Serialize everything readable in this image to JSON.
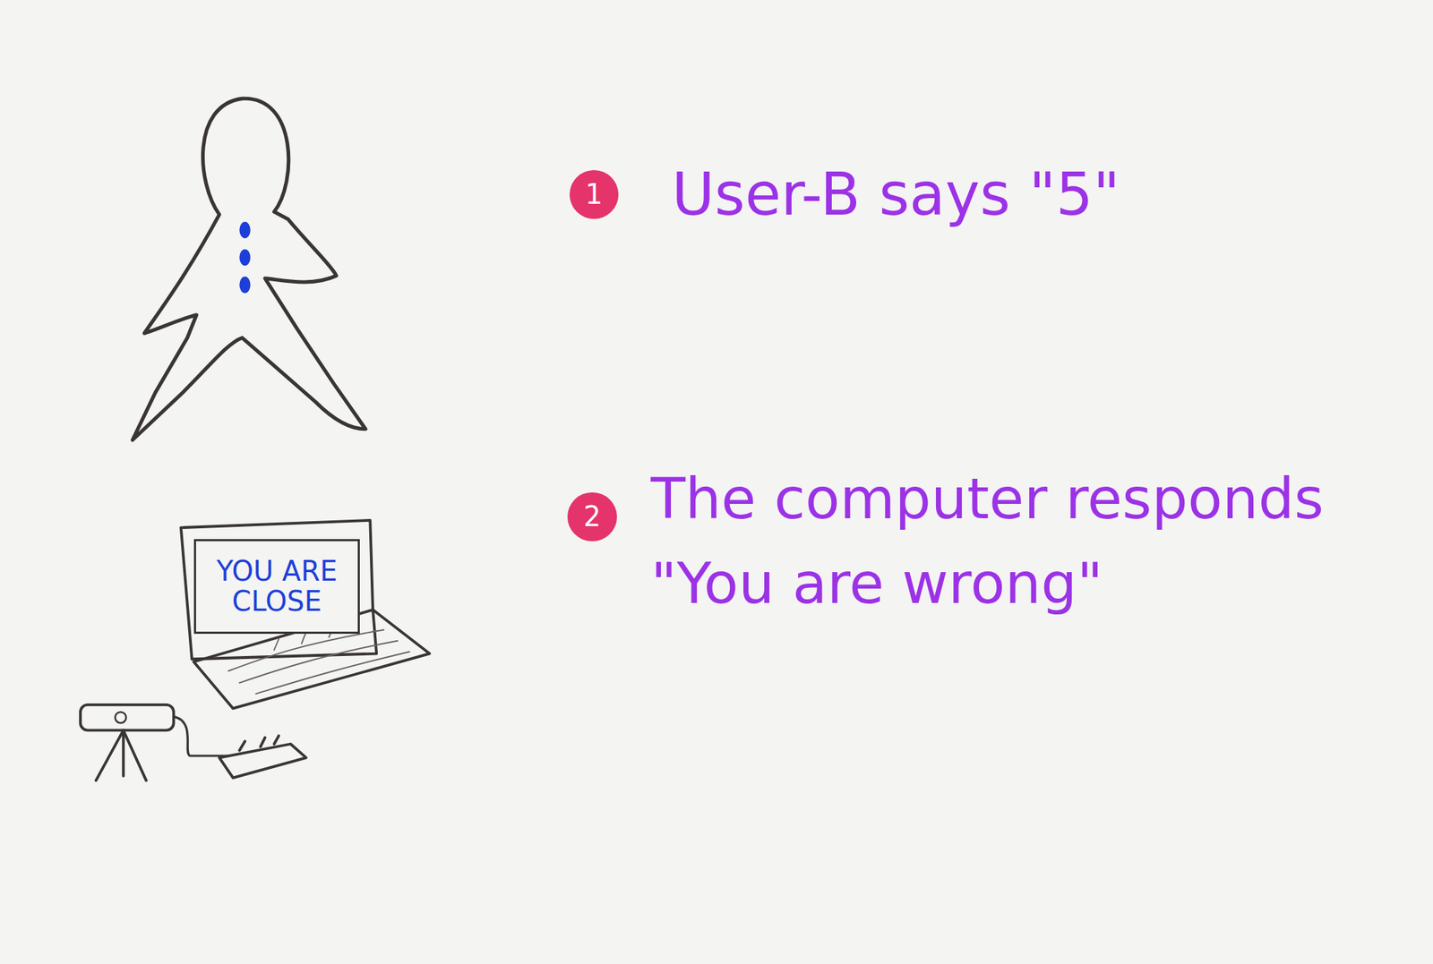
{
  "diagram": {
    "nodes": [
      {
        "text": [
          "1"
        ]
      },
      {
        "text": [
          "2"
        ]
      },
      {
        "text": [
          "YOU ARE CLOSE"
        ]
      }
    ],
    "labels": [
      "User-B says \"5\"",
      "The computer responds \"You are wrong\""
    ]
  }
}
